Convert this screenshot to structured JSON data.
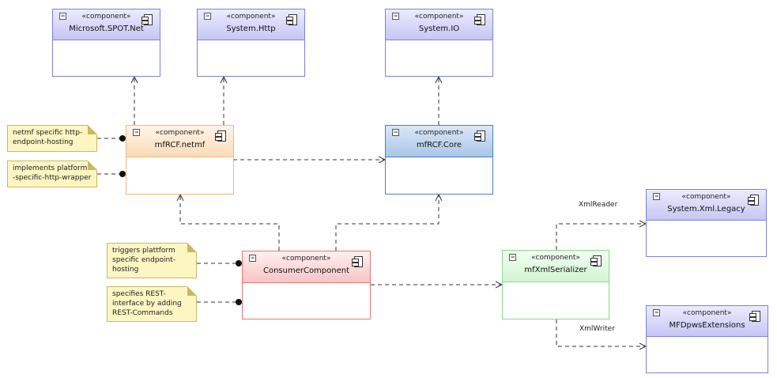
{
  "stereotype": "«component»",
  "components": {
    "spot_net": {
      "name": "Microsoft.SPOT.Net"
    },
    "system_http": {
      "name": "System.Http"
    },
    "system_io": {
      "name": "System.IO"
    },
    "mfrcf_netmf": {
      "name": "mfRCF.netmf"
    },
    "mfrcf_core": {
      "name": "mfRCF.Core"
    },
    "xml_legacy": {
      "name": "System.Xml.Legacy"
    },
    "consumer": {
      "name": "ConsumerComponent"
    },
    "xml_serializer": {
      "name": "mfXmlSerializer"
    },
    "dpws_ext": {
      "name": "MFDpwsExtensions"
    }
  },
  "notes": {
    "n1": "netmf specific http-\nendpoint-hosting",
    "n2": "implements platform\n-specific-http-wrapper",
    "n3": "triggers plattform\nspecific endpoint-\nhosting",
    "n4": "specifies REST-\ninterface by adding\nREST-Commands"
  },
  "edge_labels": {
    "xml_reader": "XmlReader",
    "xml_writer": "XmlWriter"
  },
  "colors": {
    "purple": "#8080d8",
    "orange": "#f2b878",
    "blue": "#4d7fbf",
    "red": "#e07a7a",
    "green": "#8ed88e",
    "note": "#fdf6c3"
  },
  "icons": [
    "collapse-icon",
    "component-icon"
  ]
}
